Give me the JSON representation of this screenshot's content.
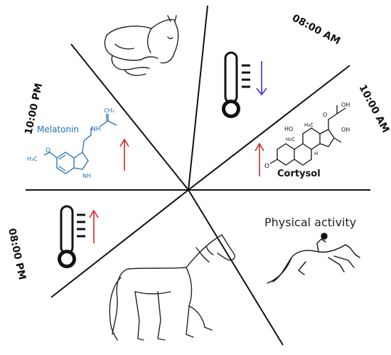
{
  "figure": {
    "time_labels": {
      "eight_am": "08:00 AM",
      "ten_am": "10:00 AM",
      "ten_pm": "10:00 PM",
      "eight_pm": "08:00 PM"
    },
    "melatonin": {
      "name": "Melatonin",
      "atoms": {
        "nh": "NH",
        "ch3": "CH₃",
        "o": "O",
        "h3c": "H₃C",
        "ring_nh": "NH"
      },
      "trend": "up",
      "arrow_color": "#d22a2a",
      "label_color": "#1f6fb5"
    },
    "cortisol": {
      "name": "Cortysol",
      "atoms": {
        "oh_top": "OH",
        "o_top": "O",
        "oh_side": "OH",
        "ho": "HO",
        "h3c_1": "H₃C",
        "h3c_2": "H₃C",
        "h": "H",
        "o_ring": "O"
      },
      "trend": "up",
      "arrow_color": "#d22a2a"
    },
    "temperature_morning": {
      "trend": "down",
      "arrow_color": "#5a3fd0"
    },
    "temperature_evening": {
      "trend": "up",
      "arrow_color": "#d22a2a"
    },
    "physical_activity": {
      "label": "Physical activity"
    },
    "line_color": "#111111"
  }
}
